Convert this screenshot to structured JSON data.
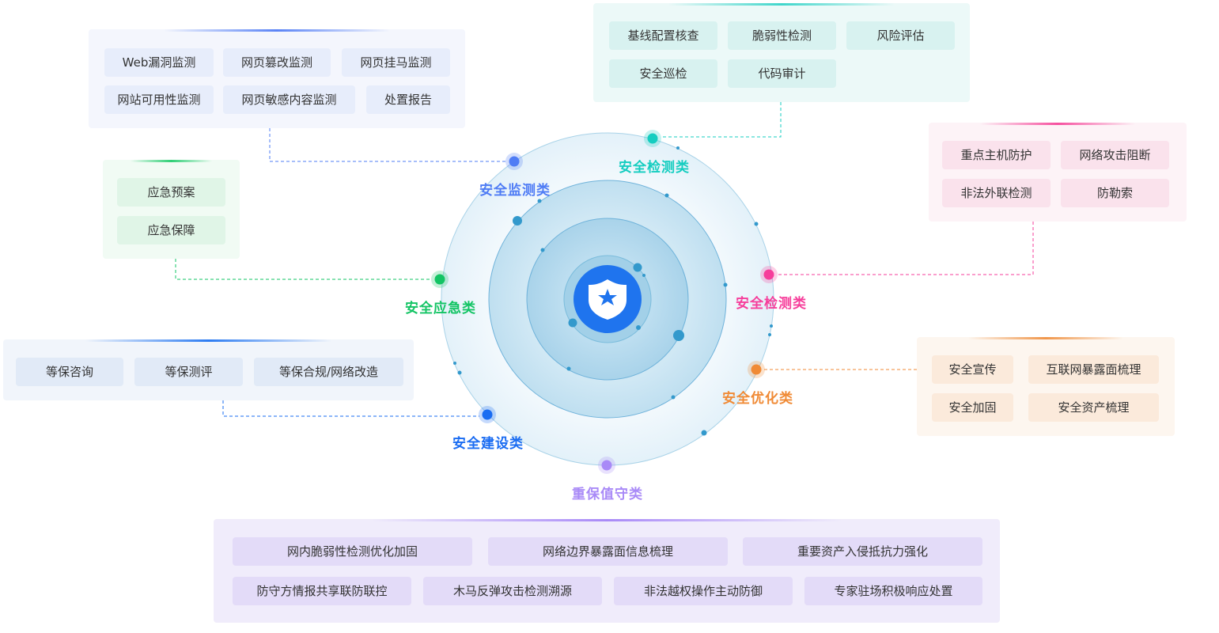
{
  "center": {
    "icon": "shield-star-icon"
  },
  "categories": {
    "monitor": {
      "label": "安全监测类",
      "color": "#4f7cf5",
      "items": [
        "Web漏洞监测",
        "网页篡改监测",
        "网页挂马监测",
        "网站可用性监测",
        "网页敏感内容监测",
        "处置报告"
      ]
    },
    "inspect": {
      "label": "安全检测类",
      "color": "#15cdc0",
      "items": [
        "基线配置核查",
        "脆弱性检测",
        "风险评估",
        "安全巡检",
        "代码审计"
      ]
    },
    "protect": {
      "label": "安全检测类",
      "color": "#f63e9b",
      "items": [
        "重点主机防护",
        "网络攻击阻断",
        "非法外联检测",
        "防勒索"
      ]
    },
    "emergency": {
      "label": "安全应急类",
      "color": "#13c464",
      "items": [
        "应急预案",
        "应急保障"
      ]
    },
    "build": {
      "label": "安全建设类",
      "color": "#1a6cf2",
      "items": [
        "等保咨询",
        "等保测评",
        "等保合规/网络改造"
      ]
    },
    "optimize": {
      "label": "安全优化类",
      "color": "#f08a35",
      "items": [
        "安全宣传",
        "互联网暴露面梳理",
        "安全加固",
        "安全资产梳理"
      ]
    },
    "guard": {
      "label": "重保值守类",
      "color": "#a98af7",
      "items": [
        "网内脆弱性检测优化加固",
        "网络边界暴露面信息梳理",
        "重要资产入侵抵抗力强化",
        "防守方情报共享联防联控",
        "木马反弹攻击检测溯源",
        "非法越权操作主动防御",
        "专家驻场积极响应处置"
      ]
    }
  }
}
